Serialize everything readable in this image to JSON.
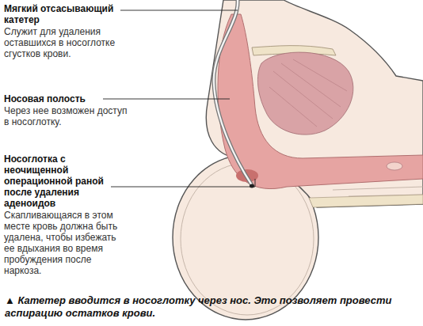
{
  "diagram": {
    "caption": "▲ Катетер вводится в носоглотку через нос. Это позволяет провести аспирацию остатков крови.",
    "labels": [
      "Мягкий отсасывающий катетер",
      "Служит для удаления оставшихся в носоглотке сгустков крови.",
      "Носовая полость",
      "Через нее возможен доступ в носоглотку.",
      "Носоглотка с неочищенной операционной раной после удаления аденоидов",
      "Скапливающаяся в этом месте кровь должна быть удалена, чтобы избежать ее вдыхания во время пробуждения после наркоза."
    ]
  }
}
